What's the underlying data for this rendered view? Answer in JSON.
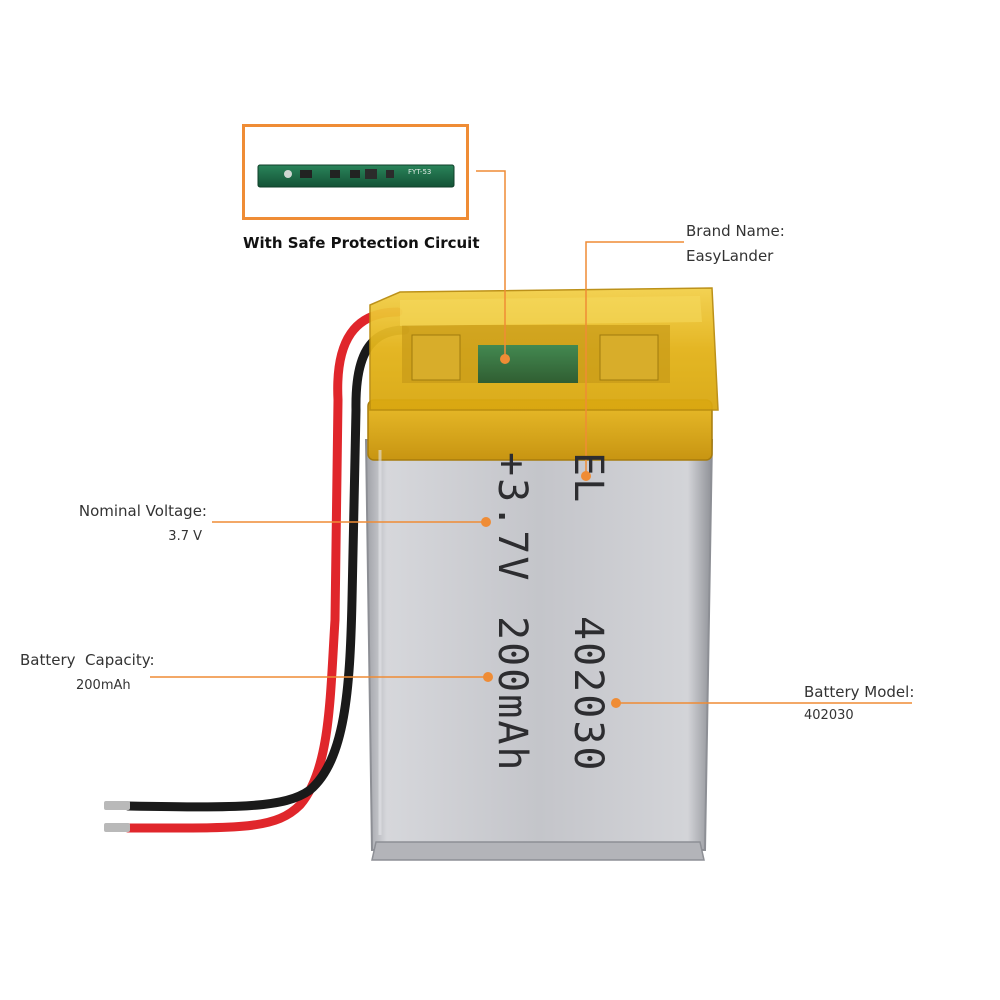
{
  "circuit": {
    "caption": "With Safe Protection Circuit",
    "board_text": "FYT-53"
  },
  "callouts": {
    "brand": {
      "label": "Brand Name:",
      "value": "EasyLander"
    },
    "voltage": {
      "label": "Nominal Voltage:",
      "value": "3.7 V"
    },
    "capacity": {
      "label": "Battery  Capacity:",
      "value": "200mAh"
    },
    "model": {
      "label": "Battery Model:",
      "value": "402030"
    }
  },
  "battery_print": {
    "brand_mark": "EL",
    "model": "402030",
    "voltage": "+3.7V",
    "capacity": "200mAh"
  },
  "colors": {
    "accent_orange": "#ef8c35",
    "tape_yellow": "#e5b41a",
    "cell_silver": "#c9cace",
    "pcb_green": "#1d6b48",
    "wire_red": "#e0262b",
    "wire_black": "#1a1a1a"
  }
}
